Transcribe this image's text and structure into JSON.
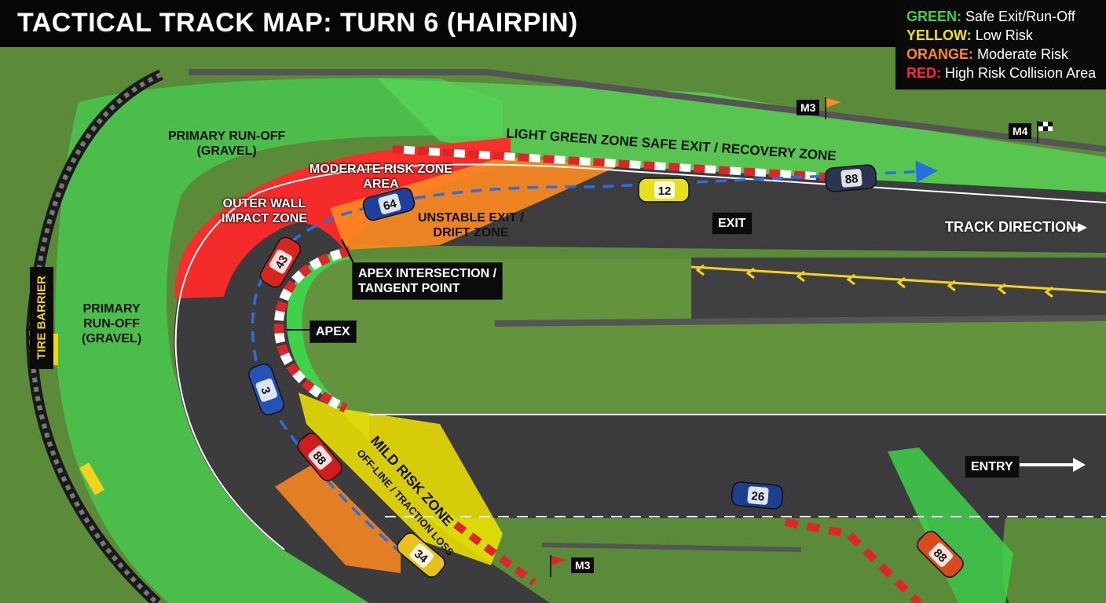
{
  "title": "TACTICAL TRACK MAP: TURN 6 (HAIRPIN)",
  "legend": [
    {
      "key": "GREEN:",
      "desc": "Safe Exit/Run-Off",
      "color": "#3fd14a"
    },
    {
      "key": "YELLOW:",
      "desc": "Low Risk",
      "color": "#f2e600"
    },
    {
      "key": "ORANGE:",
      "desc": "Moderate Risk",
      "color": "#ff8a1f"
    },
    {
      "key": "RED:",
      "desc": "High Risk Collision Area",
      "color": "#ff2a2a"
    }
  ],
  "zones": {
    "primary_runoff_top": "PRIMARY RUN-OFF\n(GRAVEL)",
    "primary_runoff_left": "PRIMARY\nRUN-OFF\n(GRAVEL)",
    "light_green": "LIGHT GREEN ZONE SAFE EXIT / RECOVERY ZONE",
    "moderate_risk": "MODERATE RISK ZONE\nAREA",
    "outer_wall": "OUTER WALL\nIMPACT ZONE",
    "unstable_exit": "UNSTABLE EXIT /\nDRIFT ZONE",
    "mild_risk": "MILD RISK ZONE",
    "mild_risk_sub": "OFF-LINE / TRACTION LOSS",
    "tire_barrier": "TIRE BARRIER"
  },
  "callouts": {
    "apex_intersection": "APEX INTERSECTION /\nTANGENT POINT",
    "apex": "APEX",
    "exit": "EXIT",
    "entry": "ENTRY",
    "track_direction": "TRACK DIRECTION"
  },
  "markers": {
    "m3_top": "M3",
    "m4": "M4",
    "m3_bottom": "M3"
  },
  "cars": [
    {
      "number": "64",
      "color": "#1f3f9a"
    },
    {
      "number": "12",
      "color": "#e6e020"
    },
    {
      "number": "88",
      "color": "#2a3550"
    },
    {
      "number": "43",
      "color": "#d8261f"
    },
    {
      "number": "3",
      "color": "#2453b8"
    },
    {
      "number": "88",
      "color": "#cf1d1d"
    },
    {
      "number": "34",
      "color": "#e8c21a"
    },
    {
      "number": "26",
      "color": "#1e3f8f"
    },
    {
      "number": "88",
      "color": "#d84a1a"
    }
  ],
  "colors": {
    "grass": "#5d8a3a",
    "asphalt": "#3c3c3e",
    "green_zone": "#3fd14a",
    "yellow_zone": "#f2e600",
    "orange_zone": "#ff8a1f",
    "red_zone": "#ff2a2a",
    "racing_line": "#2a6fe0"
  }
}
